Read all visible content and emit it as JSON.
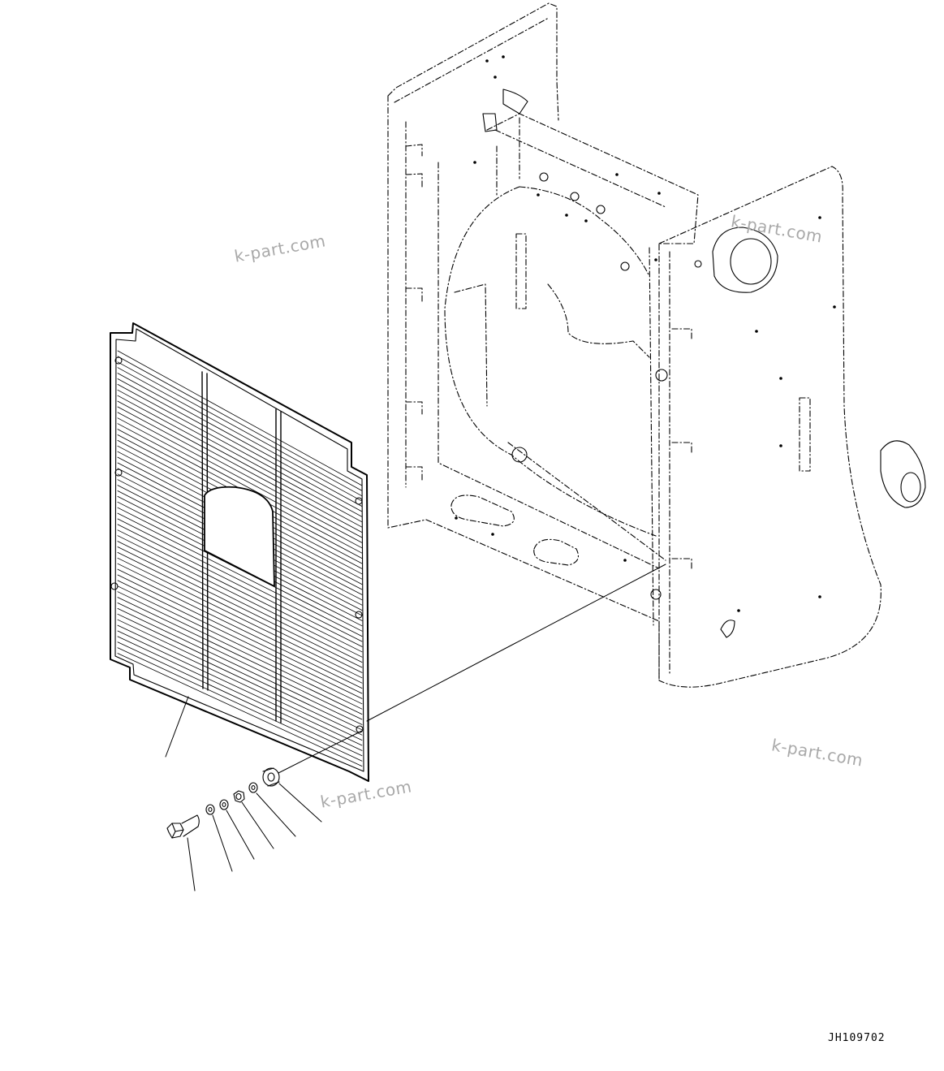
{
  "watermarks": [
    "k-part.com",
    "k-part.com",
    "k-part.com",
    "k-part.com"
  ],
  "document_id": "JH109702",
  "colors": {
    "line": "#000000",
    "watermark": "#a9a9a9",
    "background": "#ffffff"
  }
}
